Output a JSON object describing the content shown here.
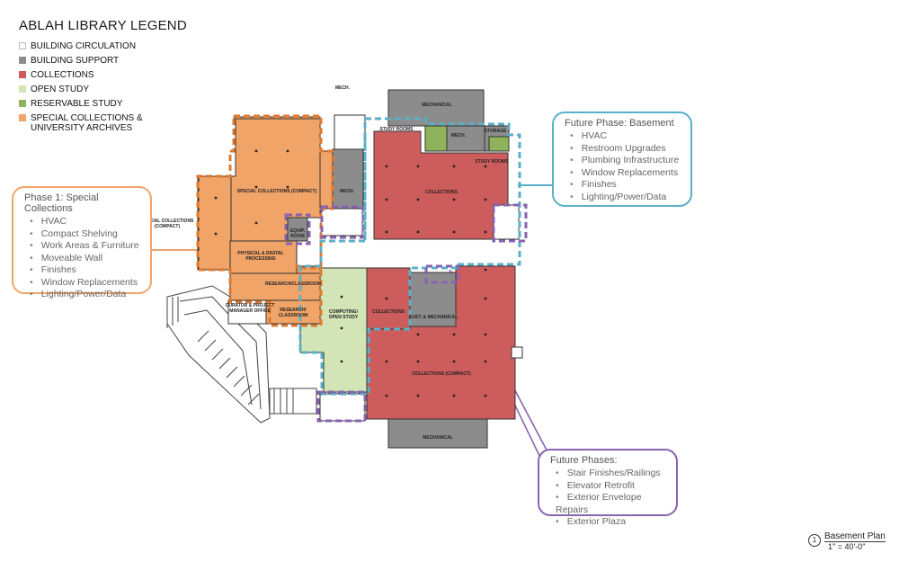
{
  "legend": {
    "title": "ABLAH LIBRARY LEGEND",
    "items": [
      {
        "label": "BUILDING CIRCULATION",
        "color": "#ffffff"
      },
      {
        "label": "BUILDING SUPPORT",
        "color": "#8c8c8c"
      },
      {
        "label": "COLLECTIONS",
        "color": "#cd5c5c"
      },
      {
        "label": "OPEN STUDY",
        "color": "#d3e4b6"
      },
      {
        "label": "RESERVABLE STUDY",
        "color": "#8fb35a"
      },
      {
        "label": "SPECIAL COLLECTIONS &",
        "label2": "UNIVERSITY ARCHIVES",
        "color": "#f0a468"
      }
    ]
  },
  "phase1": {
    "title": "Phase 1: Special Collections",
    "items": [
      "HVAC",
      "Compact Shelving",
      "Work Areas & Furniture",
      "Moveable Wall",
      "Finishes",
      "Window Replacements",
      "Lighting/Power/Data"
    ],
    "color": "#f0a468"
  },
  "future_basement": {
    "title": "Future Phase: Basement",
    "items": [
      "HVAC",
      "Restroom Upgrades",
      "Plumbing Infrastructure",
      "Window Replacements",
      "Finishes",
      "Lighting/Power/Data"
    ],
    "color": "#5ab0c8"
  },
  "future_phases": {
    "title": "Future Phases:",
    "items": [
      "Stair Finishes/Railings",
      "Elevator Retrofit",
      "Exterior Envelope Repairs",
      "Exterior Plaza"
    ],
    "color": "#8a63b0"
  },
  "rooms": {
    "mech_top": "MECH.",
    "mechanical_top": "MECHANICAL",
    "study_rooms_1": "STUDY ROOMS",
    "mech_small": "MECH.",
    "storage": "STORAGE",
    "study_rooms_2": "STUDY ROOMS",
    "special_collections_compact": "SPECIAL COLLECTIONS (COMPACT)",
    "mech_mid": "MECH.",
    "collections_top": "COLLECTIONS",
    "special_collections_side_1": "SPECIAL COLLECTIONS",
    "special_collections_side_2": "(COMPACT)",
    "equip_room_1": "EQUIP.",
    "equip_room_2": "ROOM",
    "physical_digital_1": "PHYSICAL & DIGITAL",
    "physical_digital_2": "PROCESSING",
    "research_classroom": "RESEARCH/CLASSROOM",
    "curator_1": "CURATOR & PROJECT",
    "curator_2": "MANAGER OFFICE",
    "research_classroom_2a": "RESEARCH/",
    "research_classroom_2b": "CLASSROOM",
    "computing_1": "COMPUTING/",
    "computing_2": "OPEN STUDY",
    "collections_mid": "COLLECTIONS",
    "cust_mech": "CUST. & MECHANICAL",
    "collections_compact": "COLLECTIONS (COMPACT)",
    "mechanical_bottom": "MECHANICAL"
  },
  "scale": {
    "number": "1",
    "title": "Basement Plan",
    "ratio": "1\" = 40'-0\""
  }
}
